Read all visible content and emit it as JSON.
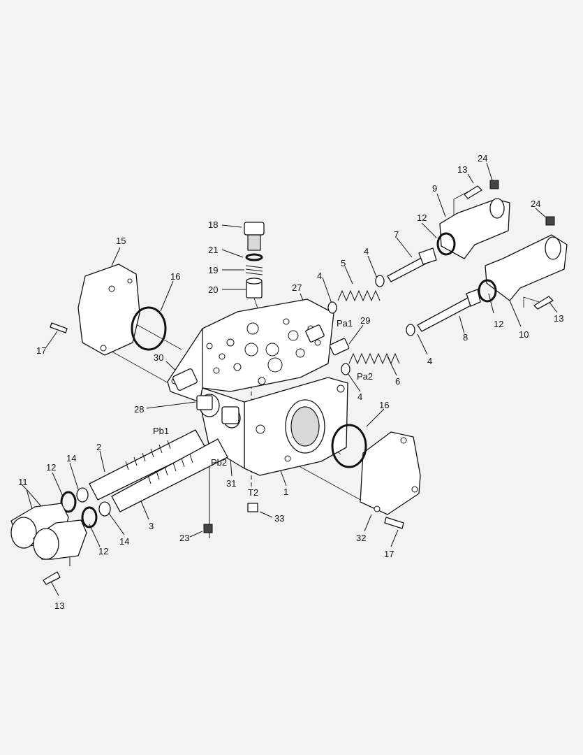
{
  "background": "#f3f3f3",
  "line_color": "#111111",
  "callouts": {
    "c1": "1",
    "c2": "2",
    "c3": "3",
    "c4a": "4",
    "c4b": "4",
    "c4c": "4",
    "c4d": "4",
    "c5": "5",
    "c6": "6",
    "c7": "7",
    "c8": "8",
    "c9": "9",
    "c10": "10",
    "c11": "11",
    "c12a": "12",
    "c12b": "12",
    "c12c": "12",
    "c12d": "12",
    "c13a": "13",
    "c13b": "13",
    "c13c": "13",
    "c14a": "14",
    "c14b": "14",
    "c15": "15",
    "c16a": "16",
    "c16b": "16",
    "c17a": "17",
    "c17b": "17",
    "c18": "18",
    "c19": "19",
    "c20": "20",
    "c21": "21",
    "c23": "23",
    "c24a": "24",
    "c24b": "24",
    "c27": "27",
    "c28": "28",
    "c29": "29",
    "c30": "30",
    "c31": "31",
    "c32": "32",
    "c33": "33"
  },
  "ports": {
    "pa1": "Pa1",
    "pa2": "Pa2",
    "pb1": "Pb1",
    "pb2": "Pb2",
    "t2": "T2"
  }
}
